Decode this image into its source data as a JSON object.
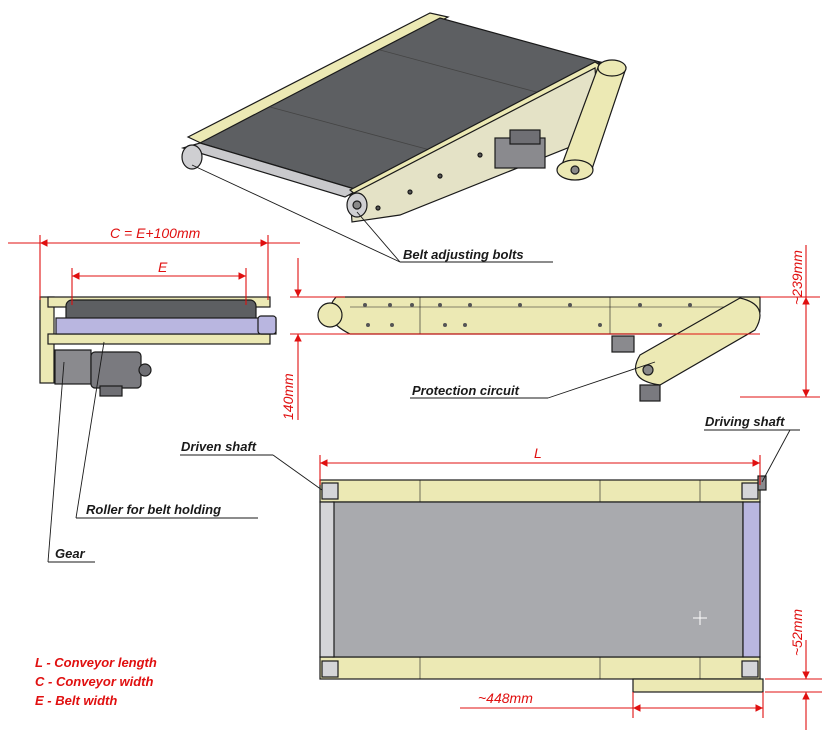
{
  "labels": {
    "belt_adjusting_bolts": "Belt adjusting bolts",
    "protection_circuit": "Protection circuit",
    "driven_shaft": "Driven shaft",
    "driving_shaft": "Driving shaft",
    "roller_for_belt_holding": "Roller for belt holding",
    "gear": "Gear"
  },
  "dimensions": {
    "c_formula": "C = E+100mm",
    "e": "E",
    "l": "L",
    "h239": "~239mm",
    "h140": "140mm",
    "w52": "~52mm",
    "w448": "~448mm"
  },
  "legend": {
    "l": "L - Conveyor length",
    "c": "C - Conveyor width",
    "e": "E - Belt width"
  },
  "colors": {
    "frame": "#ece9b4",
    "belt": "#5d5f62",
    "belt_top": "#a9aaae",
    "roller": "#b9b6e0",
    "dimension": "#e01010",
    "line": "#1a1a1a"
  }
}
